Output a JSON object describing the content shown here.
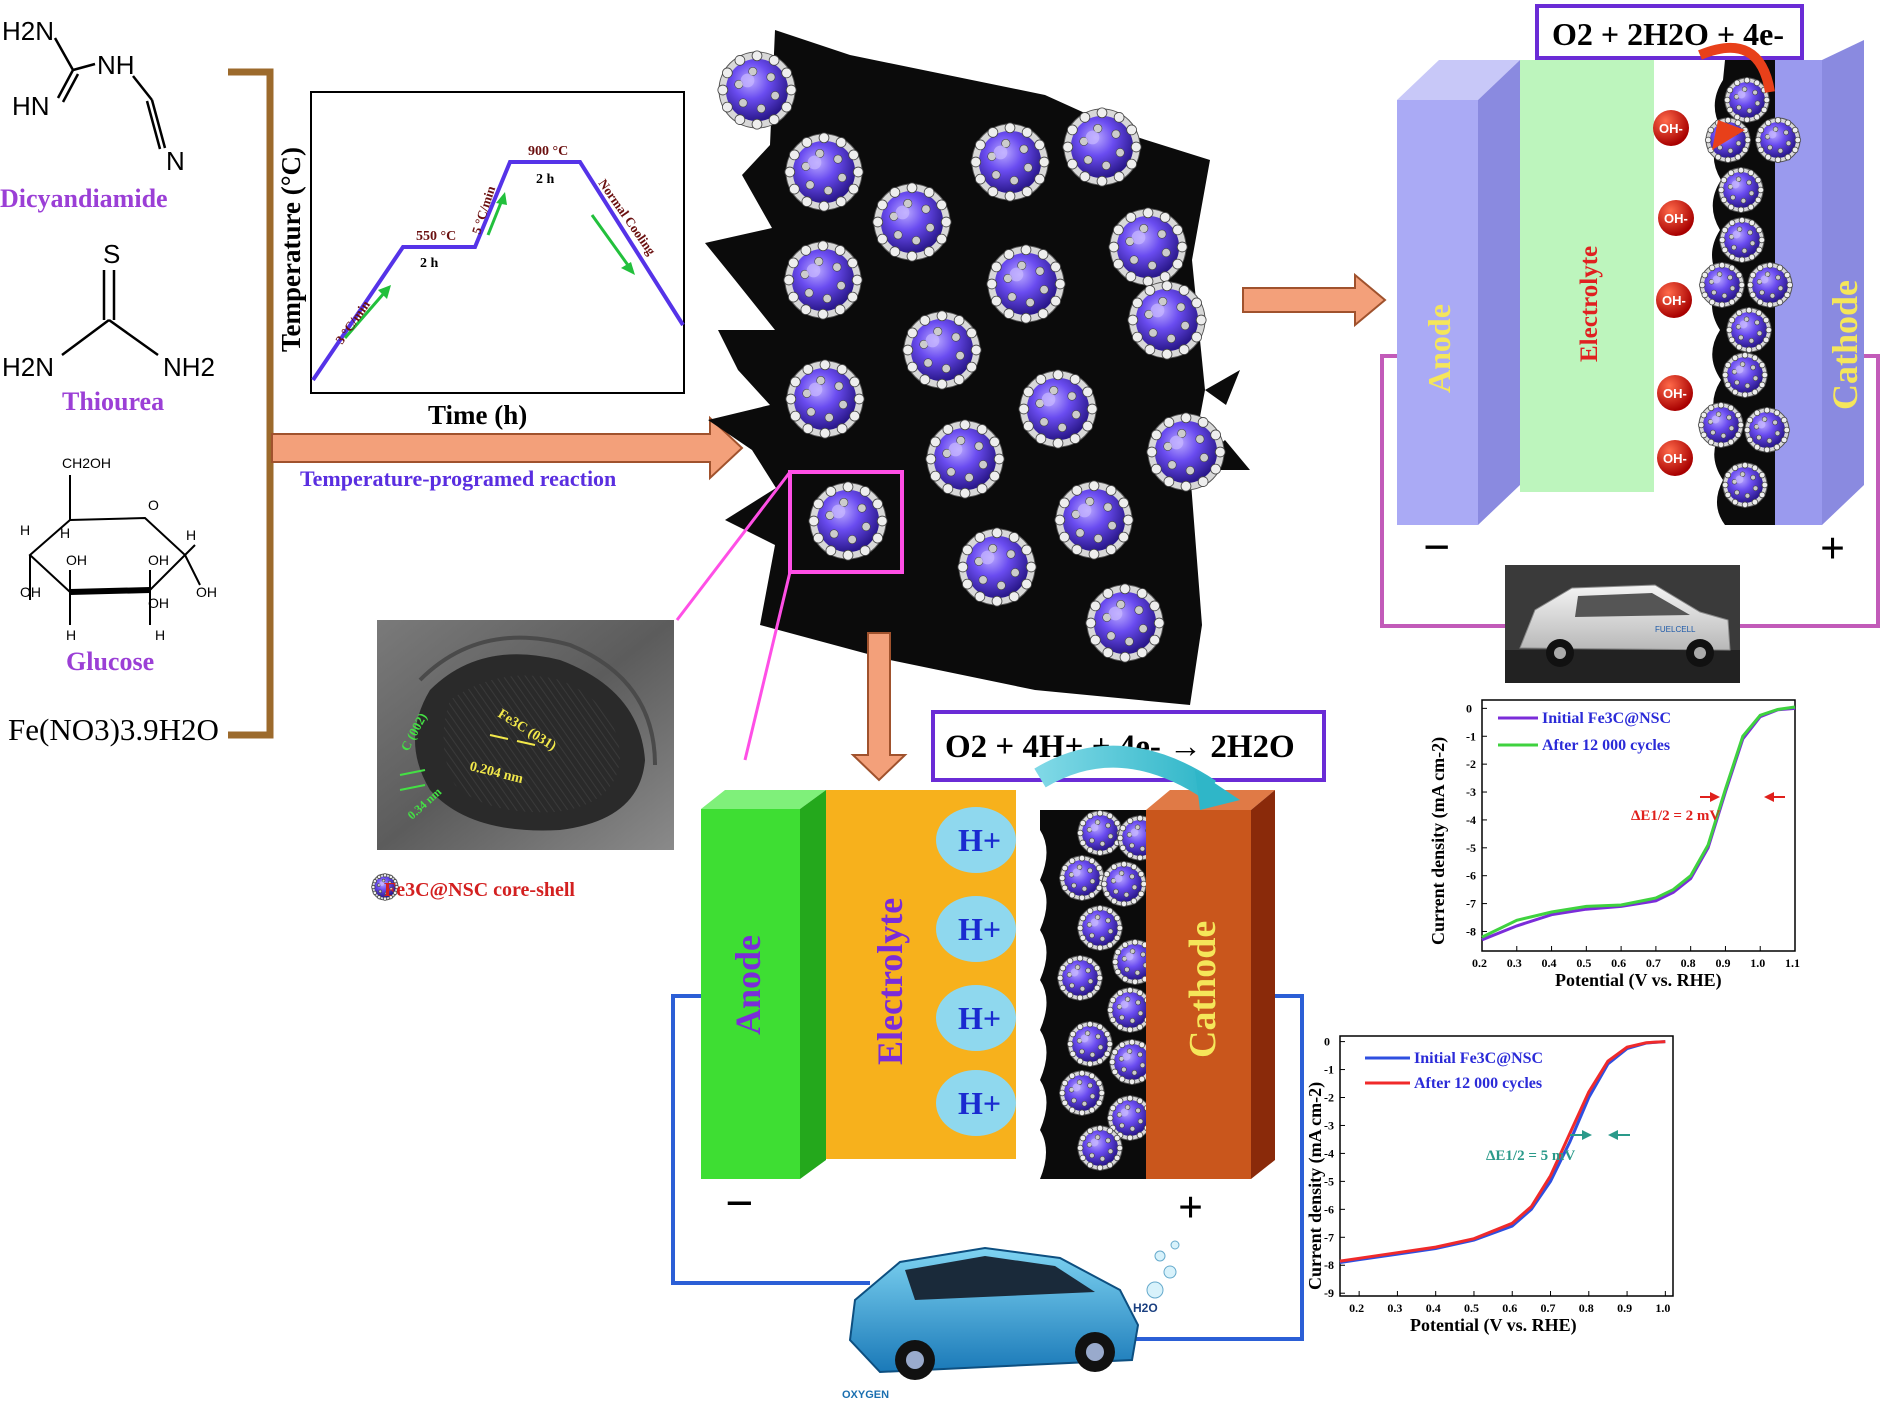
{
  "precursors": {
    "dicyandiamide": {
      "name": "Dicyandiamide",
      "atoms": [
        "H2N",
        "NH",
        "HN",
        "N"
      ]
    },
    "thiourea": {
      "name": "Thiourea",
      "atoms": [
        "S",
        "H2N",
        "NH2"
      ]
    },
    "glucose": {
      "name": "Glucose",
      "atoms": [
        "CH2OH",
        "H",
        "O",
        "H",
        "OH",
        "H",
        "OH",
        "OH",
        "H",
        "OH",
        "H",
        "OH"
      ]
    },
    "iron_salt": "Fe(NO3)3.9H2O"
  },
  "synthesis": {
    "reaction_label": "Temperature-programed reaction",
    "inset": {
      "ylabel": "Temperature (°C)",
      "xlabel": "Time (h)",
      "step1_rate": "3 °C/min",
      "step1_temp": "550 °C",
      "step1_hold": "2 h",
      "step2_rate": "5 °C/min",
      "step2_temp": "900 °C",
      "step2_hold": "2 h",
      "cooling": "Normal Cooling"
    }
  },
  "tem": {
    "label_a": "Fe3C (031)",
    "label_b": "0.204 nm",
    "label_c": "C (002)",
    "label_d": "0.34 nm",
    "legend": "Fe3C@NSC core-shell"
  },
  "alkaline_cell": {
    "reaction": "O2 + 2H2O + 4e-",
    "anode": "Anode",
    "electrolyte": "Electrolyte",
    "cathode": "Cathode",
    "ion": "OH-",
    "minus": "−",
    "plus": "+",
    "car_badge": "FUELCELL"
  },
  "acidic_cell": {
    "reaction": "O2 + 4H+ + 4e- → 2H2O",
    "anode": "Anode",
    "electrolyte": "Electrolyte",
    "cathode": "Cathode",
    "ion": "H+",
    "minus": "−",
    "plus": "+",
    "h2o_label": "H2O",
    "oxygen_label": "OXYGEN"
  },
  "colors": {
    "precursor_name": "#9b3fd6",
    "bracket": "#9c6a2c",
    "arrow_fill": "#f3a07a",
    "arrow_stroke": "#a0522d",
    "sheet": "#0b0b0b",
    "core": "#5b3fe0",
    "alk_anode": "#aaaaf5",
    "alk_electrolyte": "#bdf5bd",
    "alk_cathode": "#9a9aee",
    "acid_anode": "#3ede33",
    "acid_electrolyte": "#f7b11c",
    "acid_cathode": "#c9561c",
    "h_ion": "#8fd8ee",
    "oh_ion": "#d40000",
    "alk_wire": "#c25bb9",
    "acid_wire": "#2b5fd6",
    "reaction_box": "#6a2bd6",
    "chart1_initial": "#7b2cd9",
    "chart1_after": "#3fd23f",
    "chart2_initial": "#2f4fe0",
    "chart2_after": "#f02a2a"
  },
  "chart_data": [
    {
      "type": "line",
      "title": "",
      "xlabel": "Potential (V vs. RHE)",
      "ylabel": "Current density (mA cm-2)",
      "xlim": [
        0.2,
        1.1
      ],
      "ylim": [
        -8.7,
        0.3
      ],
      "xticks": [
        0.2,
        0.3,
        0.4,
        0.5,
        0.6,
        0.7,
        0.8,
        0.9,
        1.0,
        1.1
      ],
      "yticks": [
        0,
        -1,
        -2,
        -3,
        -4,
        -5,
        -6,
        -7,
        -8
      ],
      "legend_position": "top-left",
      "annotation": "ΔE1/2 = 2 mV",
      "x": [
        0.2,
        0.3,
        0.4,
        0.5,
        0.6,
        0.7,
        0.75,
        0.8,
        0.85,
        0.9,
        0.95,
        1.0,
        1.05,
        1.1
      ],
      "series": [
        {
          "name": "Initial Fe3C@NSC",
          "values": [
            -8.3,
            -7.8,
            -7.4,
            -7.2,
            -7.1,
            -6.9,
            -6.6,
            -6.1,
            -5.0,
            -3.0,
            -1.1,
            -0.3,
            -0.05,
            0.0
          ]
        },
        {
          "name": "After 12 000 cycles",
          "values": [
            -8.2,
            -7.6,
            -7.3,
            -7.1,
            -7.05,
            -6.8,
            -6.5,
            -6.0,
            -4.9,
            -2.9,
            -1.0,
            -0.25,
            -0.04,
            0.05
          ]
        }
      ]
    },
    {
      "type": "line",
      "title": "",
      "xlabel": "Potential (V vs. RHE)",
      "ylabel": "Current density (mA cm-2)",
      "xlim": [
        0.15,
        1.02
      ],
      "ylim": [
        -9.1,
        0.2
      ],
      "xticks": [
        0.2,
        0.3,
        0.4,
        0.5,
        0.6,
        0.7,
        0.8,
        0.9,
        1.0
      ],
      "yticks": [
        0,
        -1,
        -2,
        -3,
        -4,
        -5,
        -6,
        -7,
        -8,
        -9
      ],
      "legend_position": "top-left",
      "annotation": "ΔE1/2 = 5 mV",
      "x": [
        0.15,
        0.2,
        0.3,
        0.4,
        0.5,
        0.6,
        0.65,
        0.7,
        0.75,
        0.8,
        0.85,
        0.9,
        0.95,
        1.0
      ],
      "series": [
        {
          "name": "Initial Fe3C@NSC",
          "values": [
            -7.9,
            -7.8,
            -7.6,
            -7.4,
            -7.1,
            -6.6,
            -6.0,
            -5.0,
            -3.6,
            -2.0,
            -0.8,
            -0.25,
            -0.05,
            0.0
          ]
        },
        {
          "name": "After 12 000 cycles",
          "values": [
            -7.85,
            -7.75,
            -7.55,
            -7.35,
            -7.05,
            -6.5,
            -5.9,
            -4.8,
            -3.3,
            -1.8,
            -0.7,
            -0.2,
            -0.04,
            0.0
          ]
        }
      ]
    }
  ]
}
